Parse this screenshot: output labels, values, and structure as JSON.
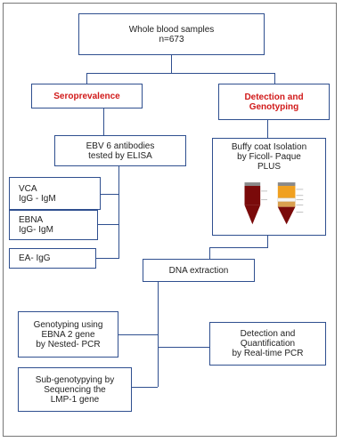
{
  "nodes": {
    "root": "Whole blood samples\nn=673",
    "seroprevalence": "Seroprevalence",
    "detection": "Detection and\nGenotyping",
    "ebv_antibodies": "EBV 6 antibodies\ntested by ELISA",
    "vca": "VCA\nIgG - IgM",
    "ebna": "EBNA\nIgG- IgM",
    "ea": "EA- IgG",
    "buffy": "Buffy coat Isolation\nby Ficoll- Paque\nPLUS",
    "dna": "DNA extraction",
    "genotyping": "Genotyping using\nEBNA 2 gene\nby Nested- PCR",
    "quantification": "Detection and\nQuantification\nby Real-time PCR",
    "subgenotyping": "Sub-genotypying by\nSequencing the\nLMP-1 gene"
  },
  "colors": {
    "border": "#2f4f8f",
    "accent": "#d11a1a"
  }
}
